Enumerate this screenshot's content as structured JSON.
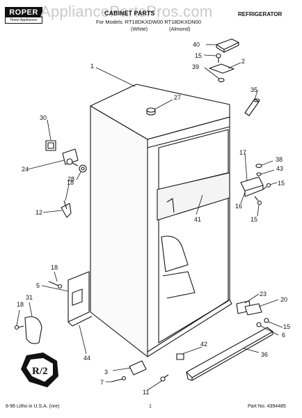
{
  "header": {
    "brand_name": "ROPER",
    "brand_sub": "Home Appliances",
    "watermark": "AppliancePartsPros.com",
    "title": "CABINET PARTS",
    "models_line": "For Models: RT18DKXDW00   RT18DKXDN00",
    "finish_white": "(White)",
    "finish_almond": "(Almond)",
    "product": "REFRIGERATOR"
  },
  "footer": {
    "left": "8-96 Litho in U.S.A. (nre)",
    "page": "1",
    "part_number": "Part No. 4394485"
  },
  "emblem": {
    "text": "R/2"
  },
  "callouts": {
    "c1": "1",
    "c2": "2",
    "c3": "3",
    "c5": "5",
    "c6": "6",
    "c7": "7",
    "c11": "11",
    "c12": "12",
    "c15a": "15",
    "c15b": "15",
    "c15c": "15",
    "c15d": "15",
    "c16": "16",
    "c17": "17",
    "c18a": "18",
    "c18b": "18",
    "c18c": "18",
    "c20": "20",
    "c23": "23",
    "c24": "24",
    "c27": "27",
    "c28": "28",
    "c30": "30",
    "c31": "31",
    "c35": "35",
    "c36": "36",
    "c38": "38",
    "c39": "39",
    "c40": "40",
    "c41": "41",
    "c42": "42",
    "c43": "43",
    "c44": "44"
  }
}
